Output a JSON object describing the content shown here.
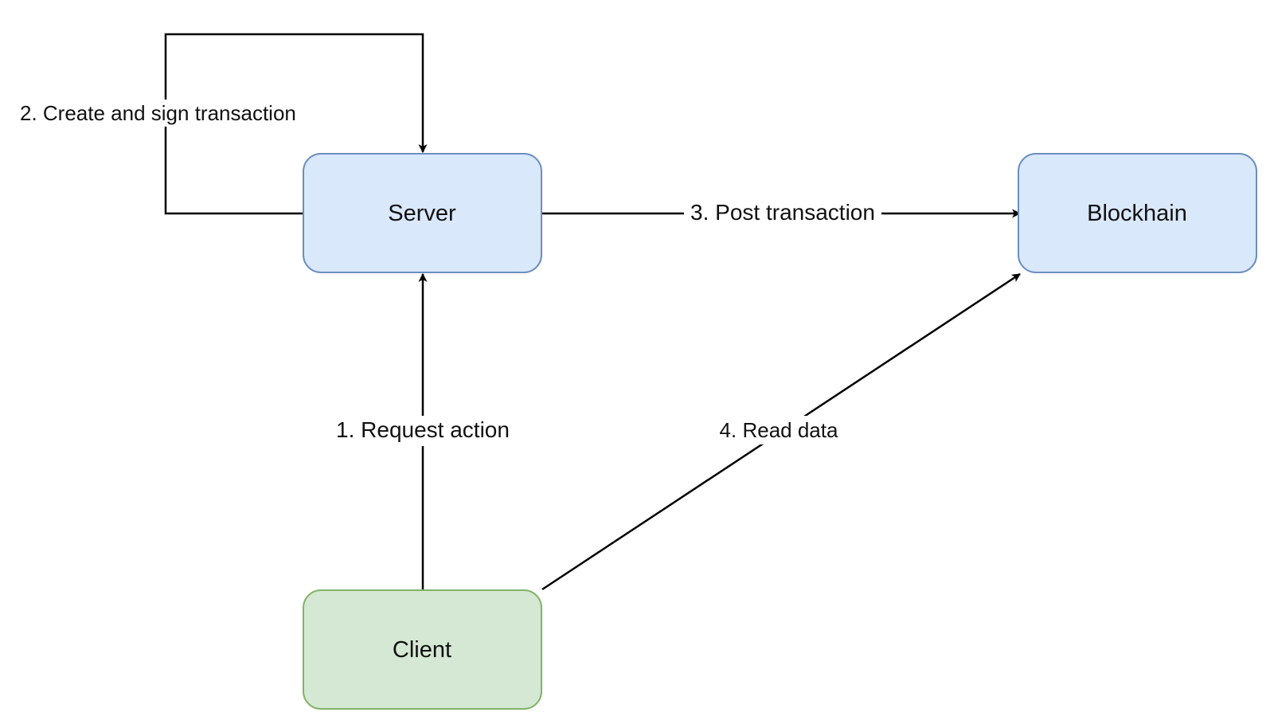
{
  "nodes": {
    "server": {
      "label": "Server",
      "fill": "#dae8fc",
      "stroke": "#6c8ebf"
    },
    "blockchain": {
      "label": "Blockhain",
      "fill": "#dae8fc",
      "stroke": "#6c8ebf"
    },
    "client": {
      "label": "Client",
      "fill": "#d5e8d4",
      "stroke": "#82b366"
    }
  },
  "edges": {
    "request_action": {
      "label": "1. Request action",
      "from": "Client",
      "to": "Server"
    },
    "create_sign": {
      "label": "2. Create and sign transaction",
      "from": "Server",
      "to": "Server"
    },
    "post_transaction": {
      "label": "3. Post transaction",
      "from": "Server",
      "to": "Blockhain"
    },
    "read_data": {
      "label": "4. Read data",
      "from": "Client",
      "to": "Blockhain"
    }
  }
}
